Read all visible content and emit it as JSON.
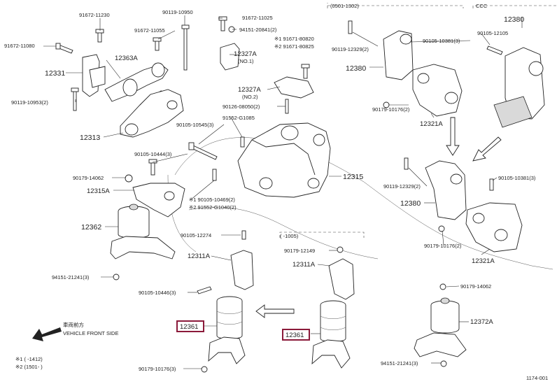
{
  "colors": {
    "line": "#222222",
    "highlight": "#8b1a3a",
    "background": "#ffffff"
  },
  "legend": {
    "front_jp": "車両前方",
    "front_en": "VEHICLE FRONT SIDE",
    "note1": "※1 (   -1412)",
    "note2": "※2 (1501-   )"
  },
  "ranges": {
    "top_mid": "(0501-1302)",
    "top_right": "CCC",
    "center": "(     -1005)"
  },
  "footer_code": "1174-001",
  "labels": {
    "l91672_11230": "91672-11230",
    "l90119_10950": "90119-10950",
    "l91672_11055": "91672-11055",
    "l91672_11025": "91672-11025",
    "l94151_20841": "94151-20841(2)",
    "l91671_80820": "※1 91671-80820",
    "l91671_80825": "※2 91671-80825",
    "l91672_11080": "91672-11080",
    "l12363A": "12363A",
    "l12327A_1": "12327A",
    "l12327A_1n": "(NO.1)",
    "l12331": "12331",
    "l12327A_2": "12327A",
    "l12327A_2n": "(NO.2)",
    "l90119_10953": "90119-10953(2)",
    "l90126_08050": "90126-08050(2)",
    "l12313": "12313",
    "l90105_10545": "90105-10545(3)",
    "l91552_G1085": "91552-G1085",
    "l90105_10444": "90105-10444(3)",
    "l12315": "12315",
    "l90179_14062a": "90179-14062",
    "l12315A": "12315A",
    "l90105_10469": "※1 90105-10469(2)",
    "l91552_G1040": "※2 91552-G1040(2)",
    "l12362": "12362",
    "l90105_12274": "90105-12274",
    "l12311A_a": "12311A",
    "l94151_21241a": "94151-21241(3)",
    "l90105_10446": "90105-10446(3)",
    "l12361_a": "12361",
    "l90179_10176a": "90179-10176(3)",
    "l90179_12149": "90179-12149",
    "l12311A_b": "12311A",
    "l12361_b": "12361",
    "l90119_12329a": "90119-12329(2)",
    "l12380_a": "12380",
    "l90179_10176b": "90179-10176(2)",
    "l12321A_a": "12321A",
    "l12380_b": "12380",
    "l90105_12105": "90105-12105",
    "l90105_10381a": "90105-10381(3)",
    "l90119_12329b": "90119-12329(2)",
    "l90105_10381b": "90105-10381(3)",
    "l12380_c": "12380",
    "l90179_10176c": "90179-10176(2)",
    "l12321A_b": "12321A",
    "l90179_14062b": "90179-14062",
    "l12372A": "12372A",
    "l94151_21241b": "94151-21241(3)"
  }
}
